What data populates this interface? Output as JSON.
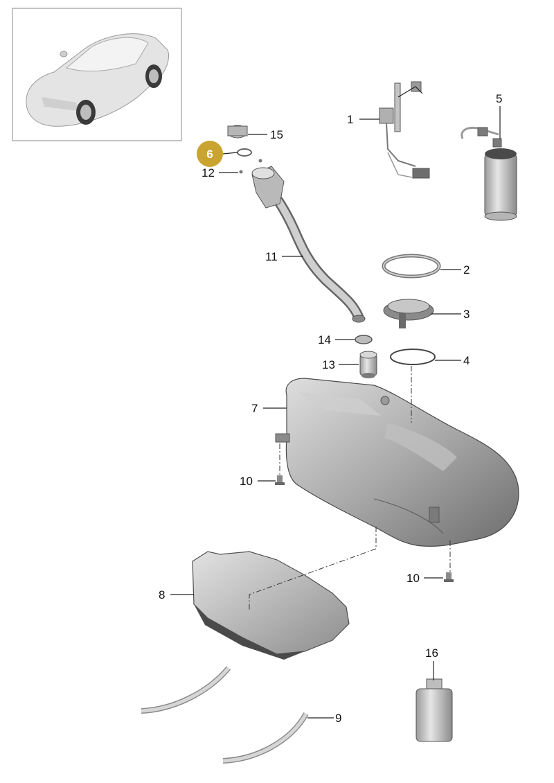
{
  "callouts": {
    "c1": "1",
    "c2": "2",
    "c3": "3",
    "c4": "4",
    "c5": "5",
    "c6": "6",
    "c7": "7",
    "c8": "8",
    "c9": "9",
    "c10a": "10",
    "c10b": "10",
    "c11": "11",
    "c12": "12",
    "c13": "13",
    "c14": "14",
    "c15": "15",
    "c16": "16"
  },
  "colors": {
    "highlight_badge": "#c9a431",
    "highlight_text": "#ffffff",
    "part_light": "#d6d6d6",
    "part_mid": "#a8a8a8",
    "part_dark": "#6e6e6e"
  }
}
